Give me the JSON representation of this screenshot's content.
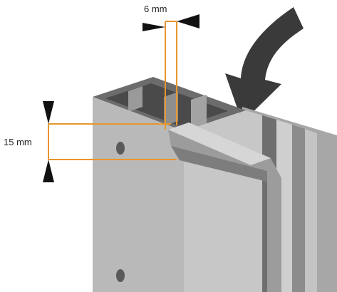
{
  "dimensions": {
    "top": "6 mm",
    "left": "15 mm"
  },
  "colors": {
    "measurement": "#e8962e",
    "arrow": "#3a3a3a",
    "profile_face": "#b9b9b9",
    "profile_side": "#9d9d9d",
    "profile_dark": "#5a5a5a"
  },
  "icons": {
    "insert_arrow": "curved-arrow-down"
  }
}
